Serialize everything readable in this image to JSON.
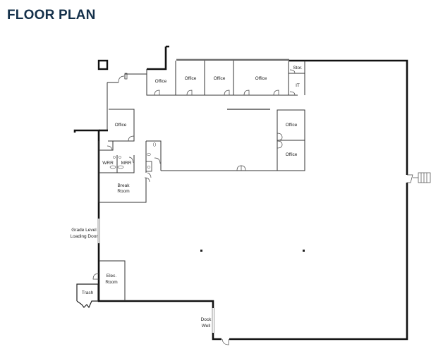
{
  "header": {
    "title": "FLOOR PLAN"
  },
  "plan": {
    "rooms": [
      {
        "id": "office-1",
        "label": "Office"
      },
      {
        "id": "office-2",
        "label": "Office"
      },
      {
        "id": "office-3",
        "label": "Office"
      },
      {
        "id": "office-4",
        "label": "Office"
      },
      {
        "id": "storage",
        "label": "Stor."
      },
      {
        "id": "it",
        "label": "IT"
      },
      {
        "id": "office-5",
        "label": "Office"
      },
      {
        "id": "office-6",
        "label": "Office"
      },
      {
        "id": "office-7",
        "label": "Office"
      },
      {
        "id": "wrr",
        "label": "WRR"
      },
      {
        "id": "mrr",
        "label": "MRR"
      },
      {
        "id": "break-room",
        "label": [
          "Break",
          "Room"
        ]
      },
      {
        "id": "elec-room",
        "label": [
          "Elec.",
          "Room"
        ]
      },
      {
        "id": "trash",
        "label": "Trash"
      }
    ],
    "annotations": [
      {
        "id": "grade-level-door",
        "label": [
          "Grade Level",
          "Loading Door"
        ]
      },
      {
        "id": "dock-well",
        "label": [
          "Dock",
          "Well"
        ]
      }
    ],
    "colors": {
      "title": "#14304a",
      "wall": "#111111",
      "partition": "#333333",
      "background": "#ffffff"
    }
  }
}
